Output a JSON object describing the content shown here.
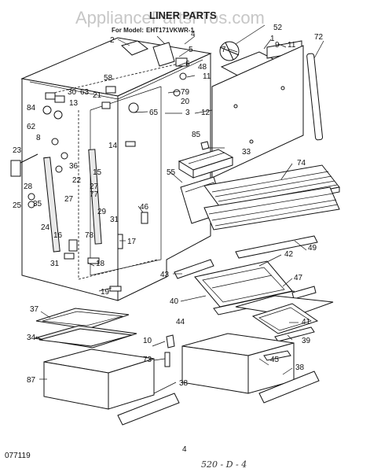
{
  "header": {
    "title": "LINER PARTS",
    "model_prefix": "For Model:",
    "model_number": "EHT171VKWR-1"
  },
  "watermark": "AppliancePartsPros.com",
  "footer": {
    "code": "077119",
    "page": "4",
    "handwritten": "520 - D - 4"
  },
  "callouts": [
    {
      "id": "c-52",
      "text": "52"
    },
    {
      "id": "c-72",
      "text": "72"
    },
    {
      "id": "c-2",
      "text": "2"
    },
    {
      "id": "c-4",
      "text": "4"
    },
    {
      "id": "c-5",
      "text": "5"
    },
    {
      "id": "c-6",
      "text": "6"
    },
    {
      "id": "c-1",
      "text": "1"
    },
    {
      "id": "c-9",
      "text": "9"
    },
    {
      "id": "c-11a",
      "text": "11"
    },
    {
      "id": "c-7",
      "text": "7"
    },
    {
      "id": "c-48",
      "text": "48"
    },
    {
      "id": "c-58",
      "text": "58"
    },
    {
      "id": "c-30",
      "text": "30"
    },
    {
      "id": "c-63",
      "text": "63"
    },
    {
      "id": "c-21",
      "text": "21"
    },
    {
      "id": "c-11b",
      "text": "11"
    },
    {
      "id": "c-84",
      "text": "84"
    },
    {
      "id": "c-13",
      "text": "13"
    },
    {
      "id": "c-79",
      "text": "79"
    },
    {
      "id": "c-20",
      "text": "20"
    },
    {
      "id": "c-65",
      "text": "65"
    },
    {
      "id": "c-3",
      "text": "3"
    },
    {
      "id": "c-12",
      "text": "12"
    },
    {
      "id": "c-62",
      "text": "62"
    },
    {
      "id": "c-8",
      "text": "8"
    },
    {
      "id": "c-14",
      "text": "14"
    },
    {
      "id": "c-85",
      "text": "85"
    },
    {
      "id": "c-33",
      "text": "33"
    },
    {
      "id": "c-23",
      "text": "23"
    },
    {
      "id": "c-36",
      "text": "36"
    },
    {
      "id": "c-15",
      "text": "15"
    },
    {
      "id": "c-74",
      "text": "74"
    },
    {
      "id": "c-22",
      "text": "22"
    },
    {
      "id": "c-55",
      "text": "55"
    },
    {
      "id": "c-28",
      "text": "28"
    },
    {
      "id": "c-27a",
      "text": "27"
    },
    {
      "id": "c-77",
      "text": "77"
    },
    {
      "id": "c-25",
      "text": "25"
    },
    {
      "id": "c-35",
      "text": "35"
    },
    {
      "id": "c-27b",
      "text": "27"
    },
    {
      "id": "c-29",
      "text": "29"
    },
    {
      "id": "c-46",
      "text": "46"
    },
    {
      "id": "c-31a",
      "text": "31"
    },
    {
      "id": "c-24",
      "text": "24"
    },
    {
      "id": "c-16",
      "text": "16"
    },
    {
      "id": "c-78",
      "text": "78"
    },
    {
      "id": "c-17",
      "text": "17"
    },
    {
      "id": "c-49",
      "text": "49"
    },
    {
      "id": "c-31b",
      "text": "31"
    },
    {
      "id": "c-18",
      "text": "18"
    },
    {
      "id": "c-42",
      "text": "42"
    },
    {
      "id": "c-43",
      "text": "43"
    },
    {
      "id": "c-19",
      "text": "19"
    },
    {
      "id": "c-47",
      "text": "47"
    },
    {
      "id": "c-40",
      "text": "40"
    },
    {
      "id": "c-37",
      "text": "37"
    },
    {
      "id": "c-44",
      "text": "44"
    },
    {
      "id": "c-41",
      "text": "41"
    },
    {
      "id": "c-10",
      "text": "10"
    },
    {
      "id": "c-39",
      "text": "39"
    },
    {
      "id": "c-34",
      "text": "34"
    },
    {
      "id": "c-45",
      "text": "45"
    },
    {
      "id": "c-73",
      "text": "73"
    },
    {
      "id": "c-38a",
      "text": "38"
    },
    {
      "id": "c-87",
      "text": "87"
    },
    {
      "id": "c-38b",
      "text": "38"
    }
  ]
}
